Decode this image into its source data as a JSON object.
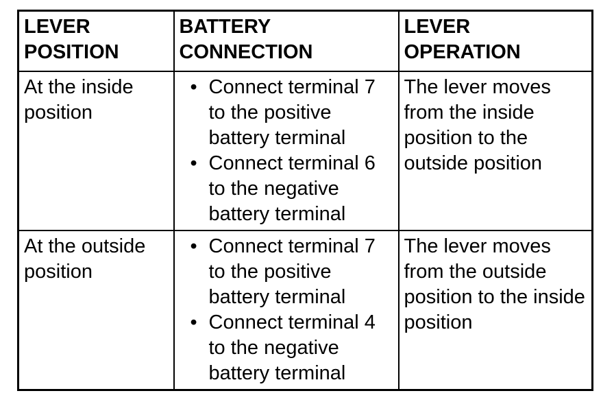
{
  "table": {
    "headers": {
      "position": "LEVER POSITION",
      "connection": "BATTERY CONNECTION",
      "operation": "LEVER OPERATION"
    },
    "bullet_char": "•",
    "rows": [
      {
        "position": "At the inside position",
        "connections": [
          "Connect terminal 7 to the positive battery terminal",
          "Connect terminal 6 to the negative battery terminal"
        ],
        "operation": "The lever moves from the inside position to the outside position"
      },
      {
        "position": "At the outside position",
        "connections": [
          "Connect terminal 7 to the positive battery terminal",
          "Connect terminal 4 to the negative battery terminal"
        ],
        "operation": "The lever moves from the outside position to the inside position"
      }
    ],
    "colors": {
      "border": "#000000",
      "text": "#000000",
      "background": "#ffffff"
    }
  }
}
